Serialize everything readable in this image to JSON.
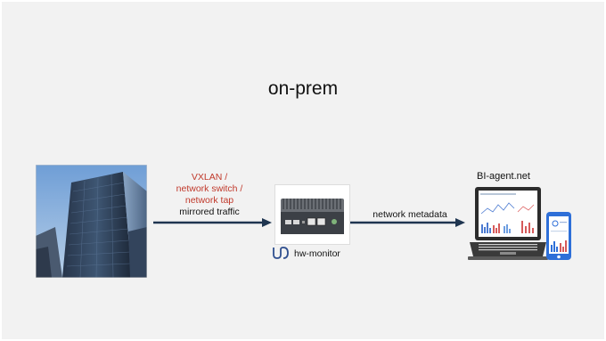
{
  "title": "on-prem",
  "left_link": {
    "lines": [
      "VXLAN /",
      "network switch /",
      "network tap"
    ],
    "sublabel": "mirrored traffic"
  },
  "device": {
    "label": "hw-monitor",
    "icon": "hw-monitor-logo-icon"
  },
  "right_link": {
    "label": "network metadata"
  },
  "destination": {
    "label": "BI-agent.net",
    "icons": [
      "laptop-dashboard-icon",
      "phone-dashboard-icon"
    ]
  },
  "colors": {
    "background": "#f2f2f2",
    "arrow": "#1f3550",
    "red_text": "#c0392b"
  }
}
